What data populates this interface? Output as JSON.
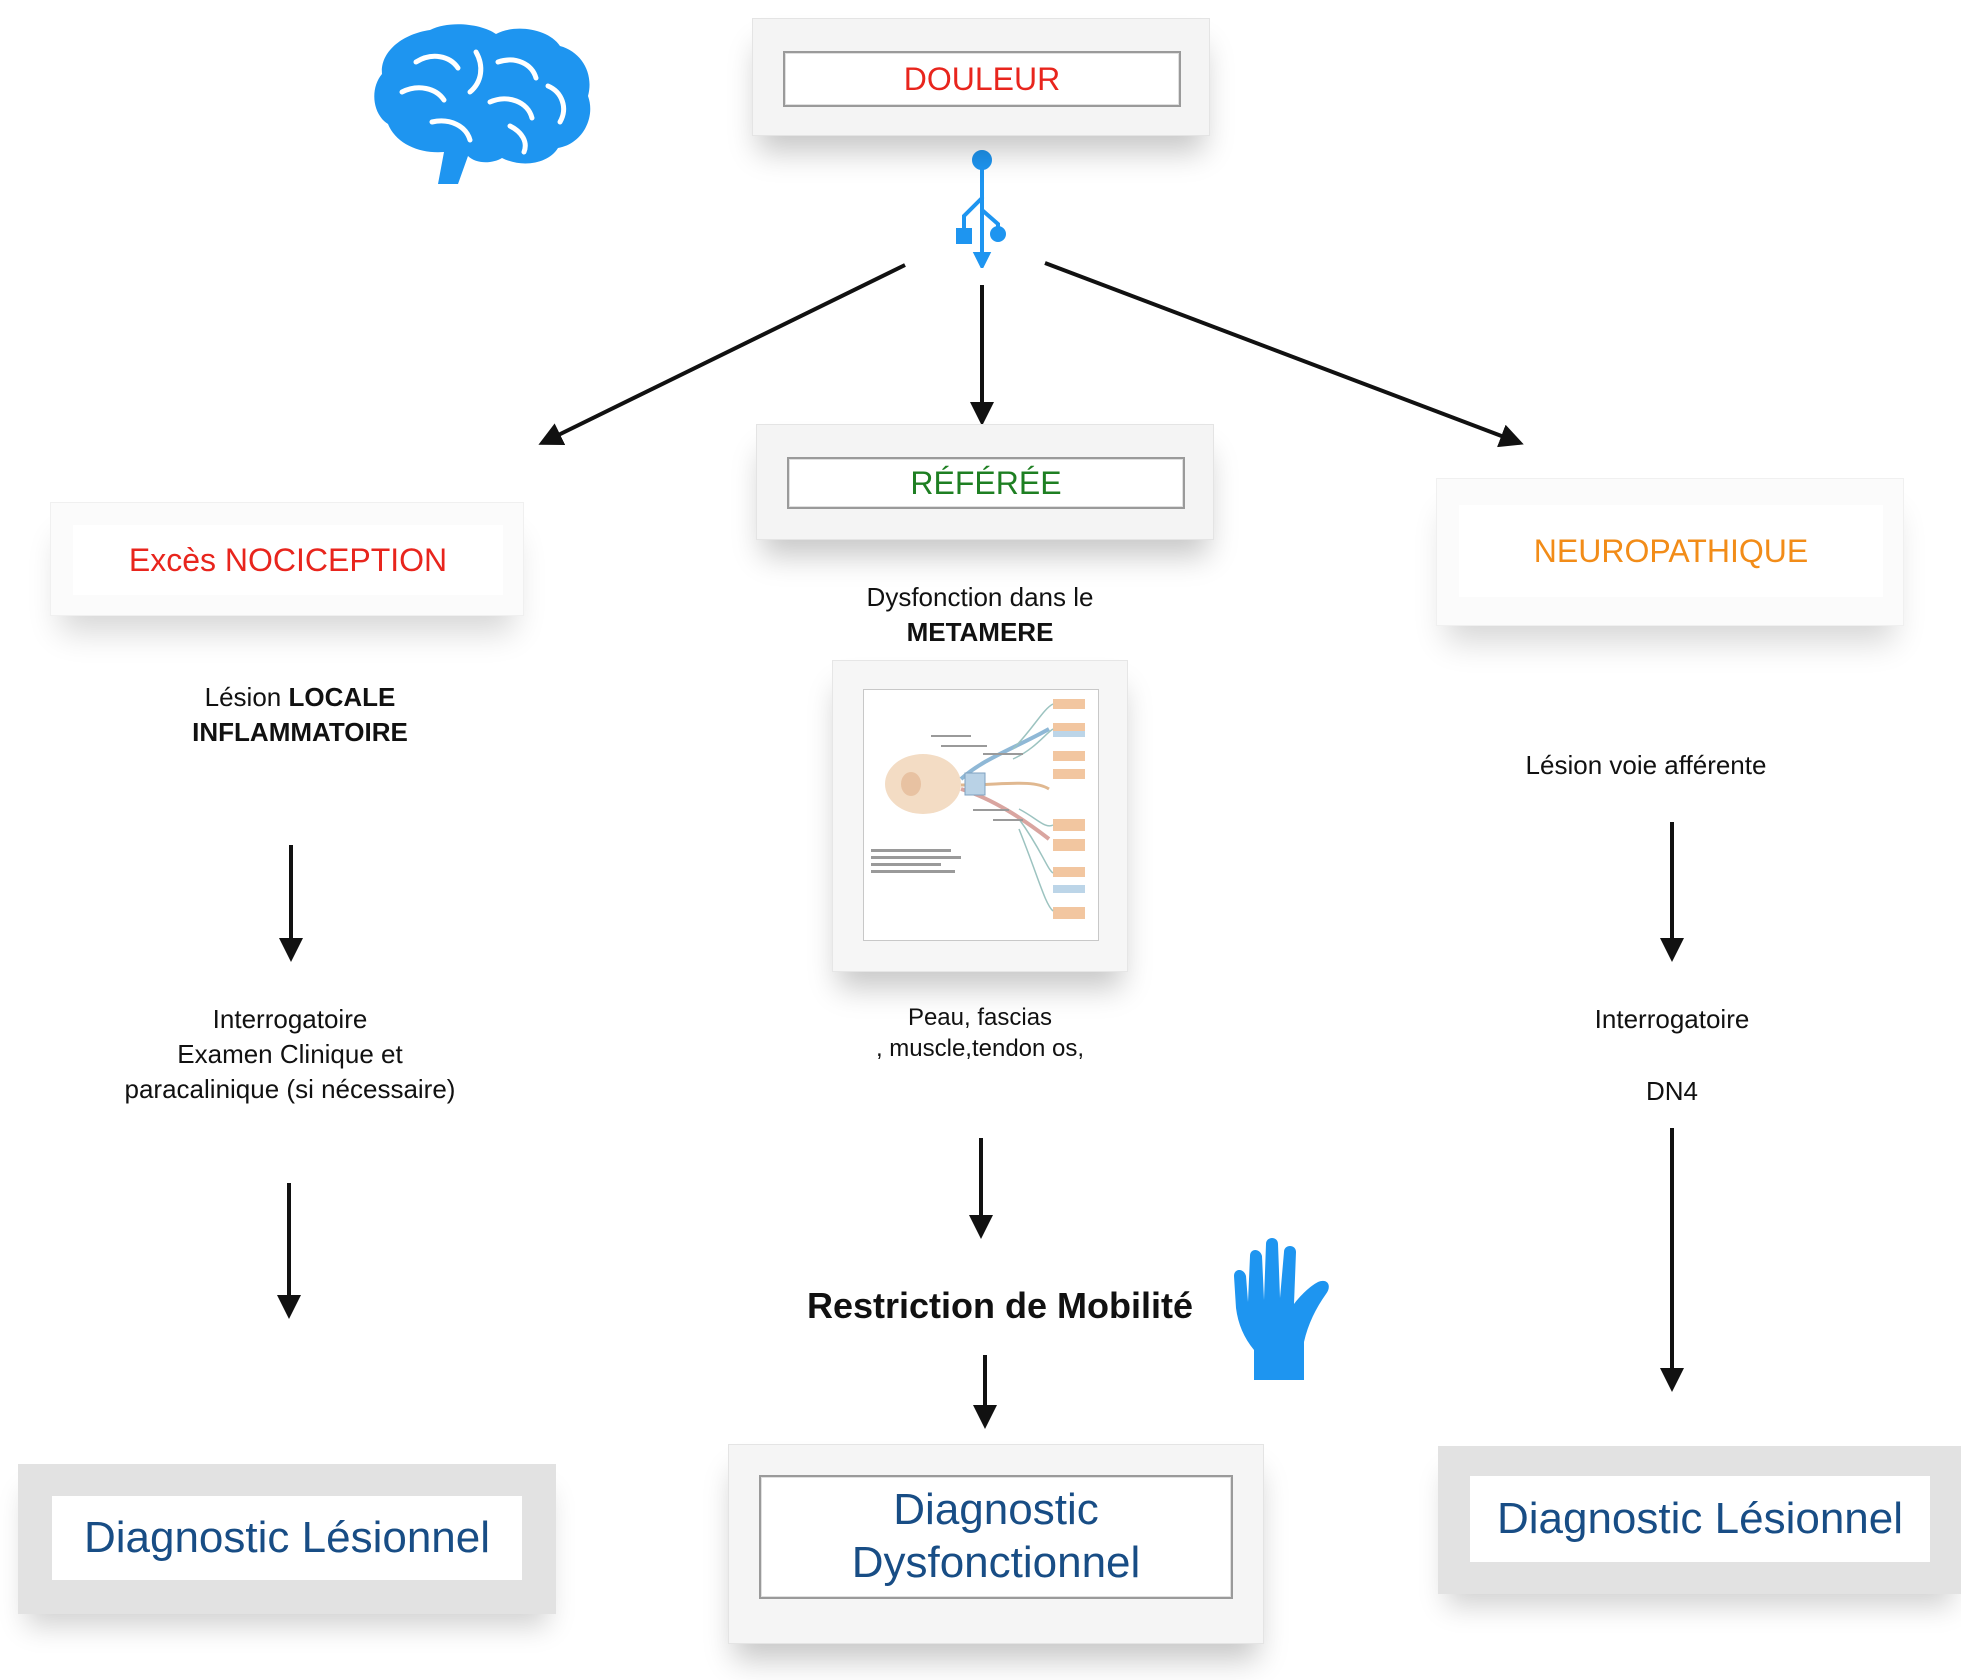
{
  "top": {
    "title": "DOULEUR"
  },
  "branches": {
    "left": {
      "title": "Excès NOCICEPTION",
      "lesion_prefix": "Lésion ",
      "lesion_bold_1": "LOCALE",
      "lesion_bold_2": "INFLAMMATOIRE",
      "exam_lines": [
        "Interrogatoire",
        "Examen Clinique et",
        "paracalinique (si nécessaire)"
      ],
      "diagnostic": "Diagnostic Lésionnel"
    },
    "center": {
      "title": "RÉFÉRÉE",
      "dysfonction_line1": "Dysfonction dans le",
      "dysfonction_bold": "METAMERE",
      "tissues_line1": "Peau, fascias",
      "tissues_line2": ", muscle,tendon os,",
      "restriction": "Restriction de Mobilité",
      "diagnostic_line1": "Diagnostic",
      "diagnostic_line2": "Dysfonctionnel"
    },
    "right": {
      "title": "NEUROPATHIQUE",
      "lesion": "Lésion voie afférente",
      "exam1": "Interrogatoire",
      "exam2": "DN4",
      "diagnostic": "Diagnostic Lésionnel"
    }
  },
  "icons": {
    "brain": "brain-icon",
    "usb": "usb-icon",
    "hand": "hand-icon",
    "figure": "metamere-figure",
    "icon_color": "#1e95f0"
  },
  "colors": {
    "red": "#e8251d",
    "green": "#1e7f22",
    "orange": "#f28c18",
    "blue": "#184d85"
  }
}
